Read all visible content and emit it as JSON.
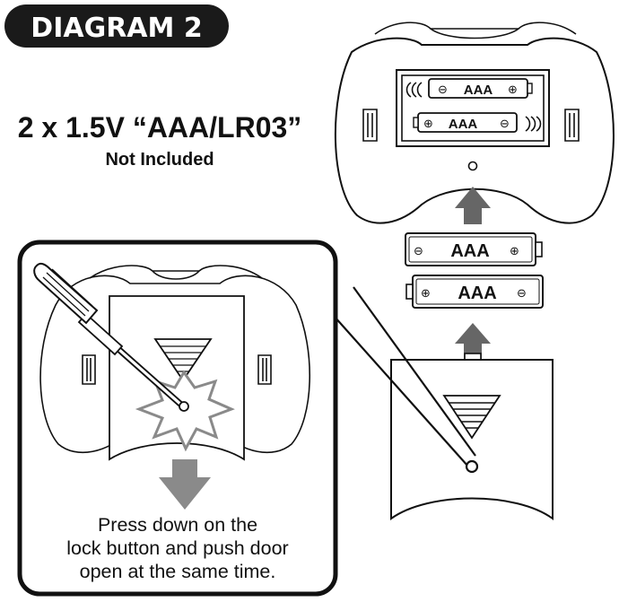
{
  "badge": {
    "label": "DIAGRAM 2"
  },
  "battery_spec": {
    "label": "2 x 1.5V “AAA/LR03”",
    "note": "Not Included"
  },
  "batteries": {
    "type_label": "AAA",
    "plus": "⊕",
    "minus": "⊖"
  },
  "instruction": {
    "line1": "Press down on the",
    "line2": "lock button and push door",
    "line3": "open at the same time."
  },
  "colors": {
    "ink": "#111111",
    "arrow": "#666666",
    "burst": "#8a8a8a",
    "badge_bg": "#1a1a1a"
  }
}
